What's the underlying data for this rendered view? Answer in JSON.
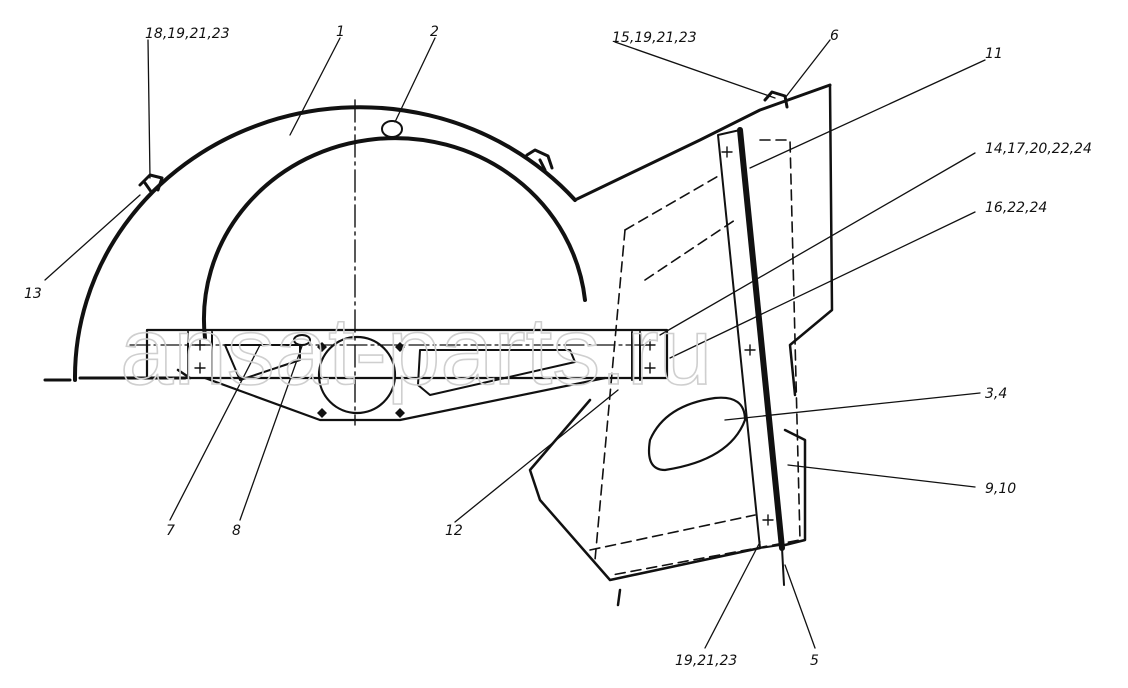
{
  "watermark": "ansat-parts.ru",
  "callouts": {
    "c1": "1",
    "c2": "2",
    "c3_4": "3,4",
    "c5": "5",
    "c6": "6",
    "c7": "7",
    "c8": "8",
    "c9_10": "9,10",
    "c11": "11",
    "c12": "12",
    "c13": "13",
    "c14": "14,17,20,22,24",
    "c15": "15,19,21,23",
    "c16": "16,22,24",
    "c18": "18,19,21,23",
    "c19": "19,21,23"
  },
  "colors": {
    "ink": "#111111",
    "watermark": "#cfcfcf",
    "paper": "#ffffff"
  }
}
